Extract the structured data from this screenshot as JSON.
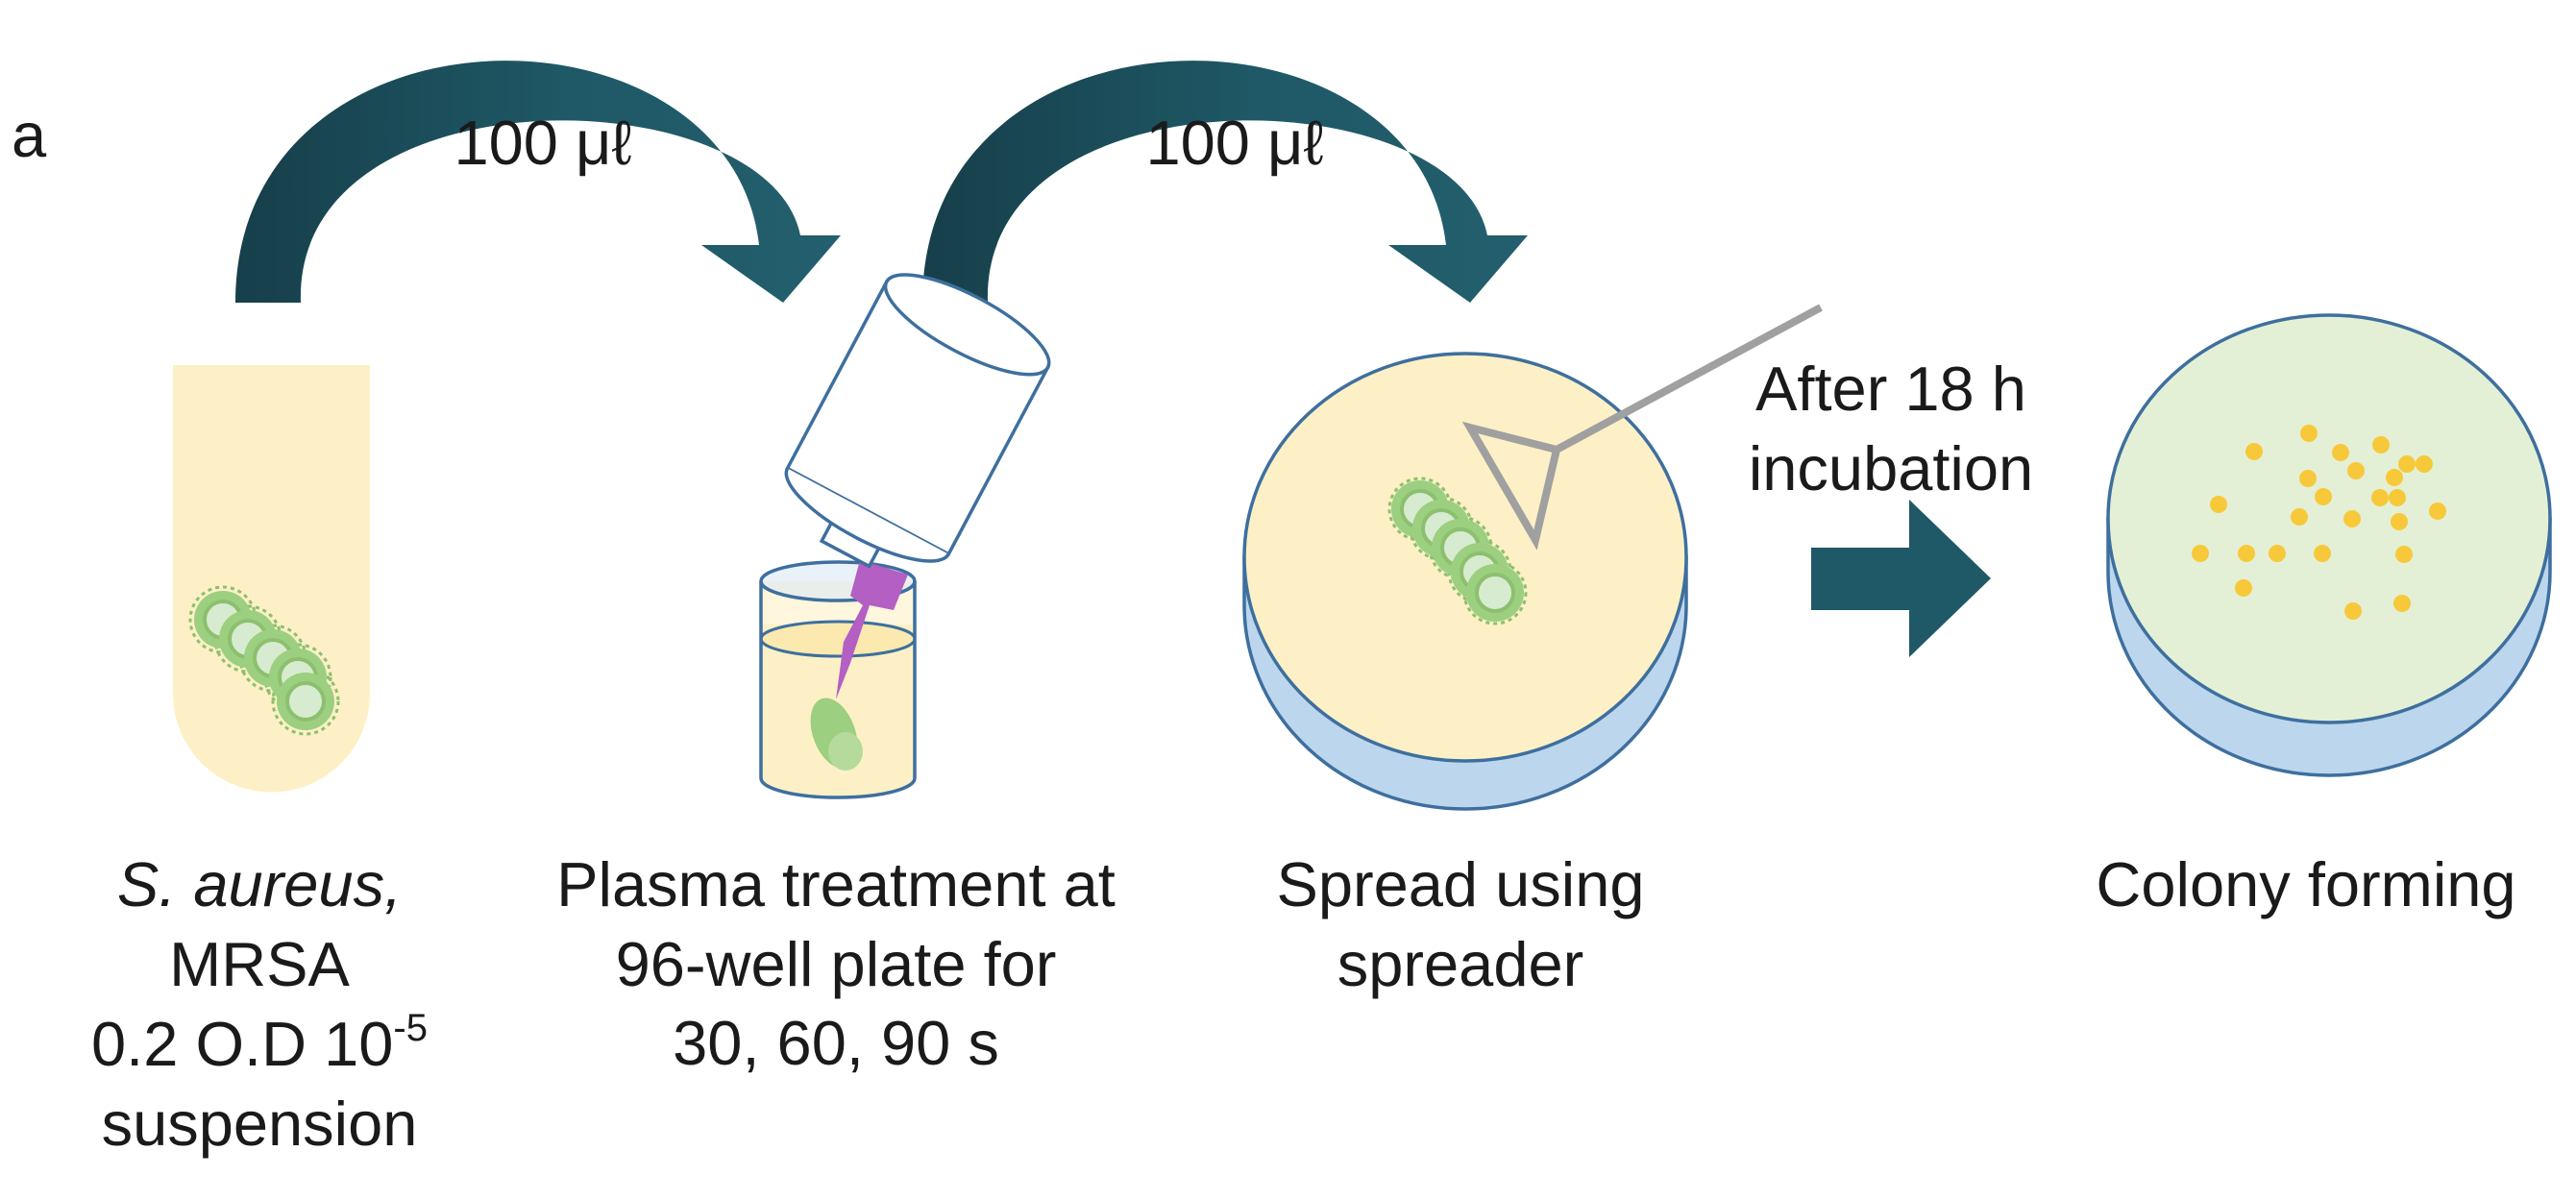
{
  "panel_label": "a",
  "transfer_volume_1": "100 μℓ",
  "transfer_volume_2": "100 μℓ",
  "incubation": {
    "line1": "After 18 h",
    "line2": "incubation"
  },
  "steps": [
    {
      "line1": "S. aureus,",
      "line2": "MRSA",
      "line3_main": "0.2 O.D 10",
      "line3_sup": "-5",
      "line4": "suspension"
    },
    {
      "line1": "Plasma treatment at",
      "line2": "96-well plate for",
      "line3": "30, 60, 90 s"
    },
    {
      "line1": "Spread using",
      "line2": "spreader"
    },
    {
      "line1": "Colony forming"
    }
  ],
  "colors": {
    "arrow": "#1f5866",
    "arrow_dark": "#163f4a",
    "suspension": "#fdf0c6",
    "bacteria": "#9ccf7f",
    "bacteria_core": "#d7ebd0",
    "plasma": "#b35fc4",
    "dish_outline": "#3e6f9e",
    "dish_base": "#bcd6ee",
    "agar_yellow": "#fdf0c6",
    "agar_green": "#e4f0d6",
    "colony": "#f7c93a",
    "spreader": "#a0a0a0"
  }
}
